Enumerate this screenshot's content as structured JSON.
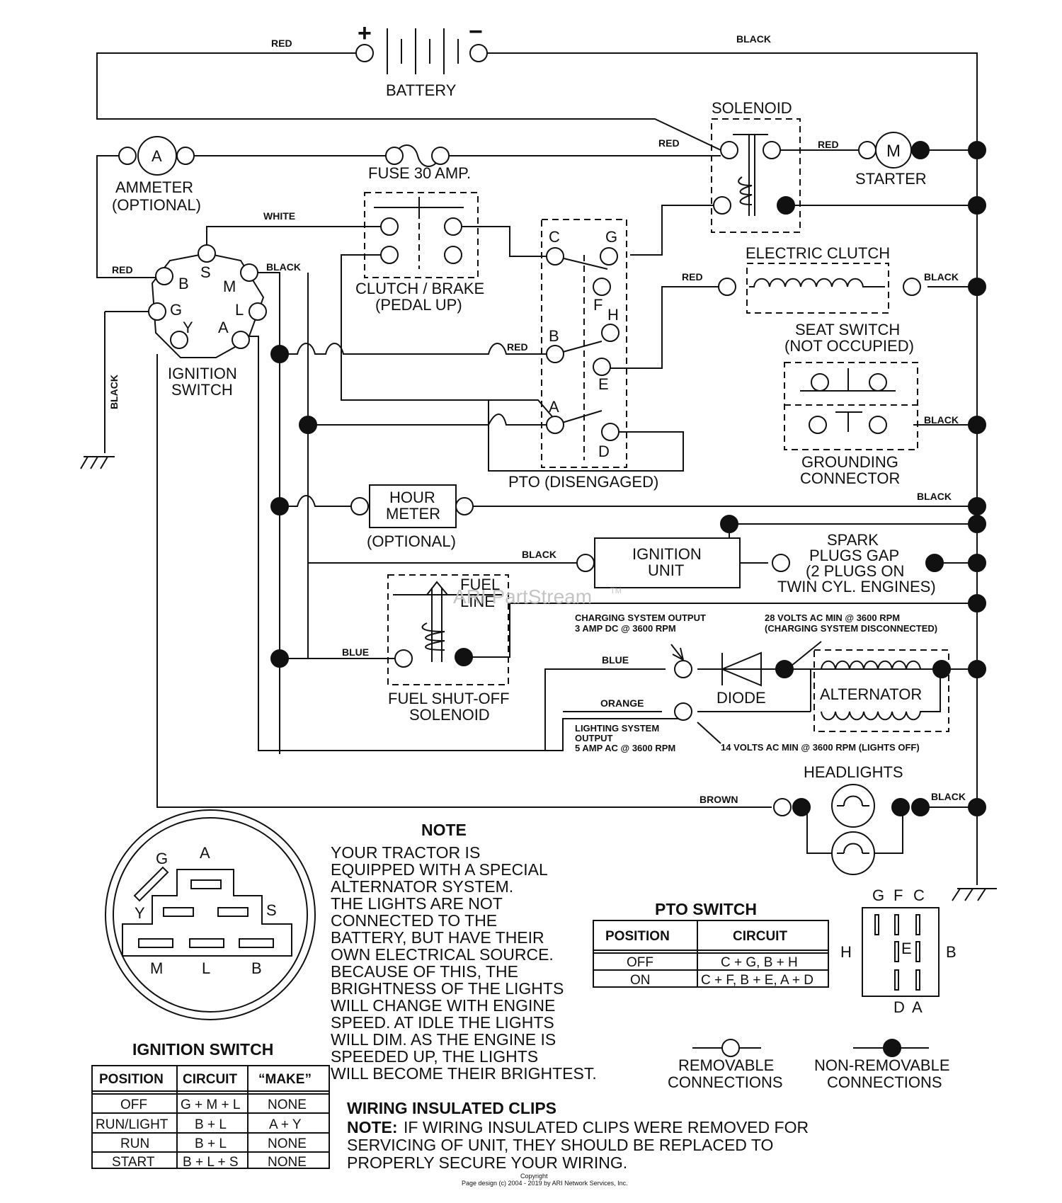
{
  "labels": {
    "battery": "BATTERY",
    "battery_plus": "+",
    "battery_minus": "−",
    "solenoid": "SOLENOID",
    "starter": "STARTER",
    "starter_motor": "M",
    "ammeter": "AMMETER",
    "ammeter_opt": "(OPTIONAL)",
    "ammeter_symbol": "A",
    "fuse": "FUSE 30 AMP.",
    "clutch_brake": "CLUTCH / BRAKE",
    "clutch_brake_sub": "(PEDAL UP)",
    "electric_clutch": "ELECTRIC CLUTCH",
    "seat_switch": "SEAT SWITCH",
    "seat_switch_sub": "(NOT OCCUPIED)",
    "grounding": "GROUNDING",
    "grounding_sub": "CONNECTOR",
    "ignition_switch": "IGNITION",
    "ignition_switch_sub": "SWITCH",
    "pto": "PTO (DISENGAGED)",
    "hour_meter": "HOUR",
    "hour_meter_sub": "METER",
    "hour_meter_opt": "(OPTIONAL)",
    "ignition_unit": "IGNITION",
    "ignition_unit_sub": "UNIT",
    "spark_1": "SPARK",
    "spark_2": "PLUGS GAP",
    "spark_3": "(2 PLUGS ON",
    "spark_4": "TWIN CYL. ENGINES)",
    "fuel_line_1": "FUEL",
    "fuel_line_2": "LINE",
    "fuel_solenoid_1": "FUEL SHUT-OFF",
    "fuel_solenoid_2": "SOLENOID",
    "charging_1": "CHARGING SYSTEM OUTPUT",
    "charging_2": "3 AMP DC @ 3600 RPM",
    "volts28_1": "28 VOLTS AC MIN  @ 3600 RPM",
    "volts28_2": "(CHARGING SYSTEM DISCONNECTED)",
    "diode": "DIODE",
    "alternator": "ALTERNATOR",
    "lighting_1": "LIGHTING SYSTEM",
    "lighting_2": "OUTPUT",
    "lighting_3": "5 AMP AC @ 3600 RPM",
    "volts14": "14 VOLTS AC MIN  @ 3600 RPM (LIGHTS OFF)",
    "headlights": "HEADLIGHTS",
    "watermark": "ARI PartStream",
    "watermark_tm": "TM",
    "removable_1": "REMOVABLE",
    "removable_2": "CONNECTIONS",
    "nonremovable_1": "NON-REMOVABLE",
    "nonremovable_2": "CONNECTIONS",
    "footer_1": "Copyright",
    "footer_2": "Page design (c) 2004 - 2019 by ARI Network Services, Inc."
  },
  "wire_colors": {
    "red": "RED",
    "black": "BLACK",
    "white": "WHITE",
    "blue": "BLUE",
    "orange": "ORANGE",
    "brown": "BROWN"
  },
  "terminals": {
    "B": "B",
    "S": "S",
    "M": "M",
    "G": "G",
    "L": "L",
    "Y": "Y",
    "A": "A",
    "C": "C",
    "F": "F",
    "H": "H",
    "E": "E",
    "D": "D"
  },
  "note": {
    "title": "NOTE",
    "lines": [
      "YOUR TRACTOR IS",
      "EQUIPPED WITH A SPECIAL",
      "ALTERNATOR SYSTEM.",
      "THE LIGHTS ARE NOT",
      "CONNECTED TO THE",
      "BATTERY, BUT HAVE THEIR",
      "OWN ELECTRICAL SOURCE.",
      "BECAUSE OF THIS, THE",
      "BRIGHTNESS OF THE LIGHTS",
      "WILL CHANGE WITH ENGINE",
      "SPEED.  AT IDLE THE LIGHTS",
      "WILL DIM.  AS THE ENGINE IS",
      "SPEEDED UP, THE LIGHTS",
      "WILL BECOME THEIR BRIGHTEST."
    ]
  },
  "clips": {
    "title": "WIRING INSULATED CLIPS",
    "note_label": "NOTE:",
    "line1": "IF WIRING INSULATED CLIPS WERE REMOVED FOR",
    "line2": "SERVICING OF UNIT, THEY SHOULD BE REPLACED TO",
    "line3": "PROPERLY SECURE YOUR WIRING."
  },
  "pto_table": {
    "title": "PTO SWITCH",
    "headers": [
      "POSITION",
      "CIRCUIT"
    ],
    "rows": [
      [
        "OFF",
        "C + G, B + H"
      ],
      [
        "ON",
        "C + F, B + E, A + D"
      ]
    ]
  },
  "ignition_table": {
    "title": "IGNITION SWITCH",
    "headers": [
      "POSITION",
      "CIRCUIT",
      "“MAKE”"
    ],
    "rows": [
      [
        "OFF",
        "G + M + L",
        "NONE"
      ],
      [
        "RUN/LIGHT",
        "B + L",
        "A + Y"
      ],
      [
        "RUN",
        "B + L",
        "NONE"
      ],
      [
        "START",
        "B + L + S",
        "NONE"
      ]
    ]
  },
  "ign_face": {
    "G": "G",
    "A": "A",
    "Y": "Y",
    "S": "S",
    "M": "M",
    "L": "L",
    "B": "B"
  },
  "pto_face": {
    "G": "G",
    "F": "F",
    "C": "C",
    "H": "H",
    "E": "E",
    "B": "B",
    "D": "D",
    "A": "A"
  }
}
